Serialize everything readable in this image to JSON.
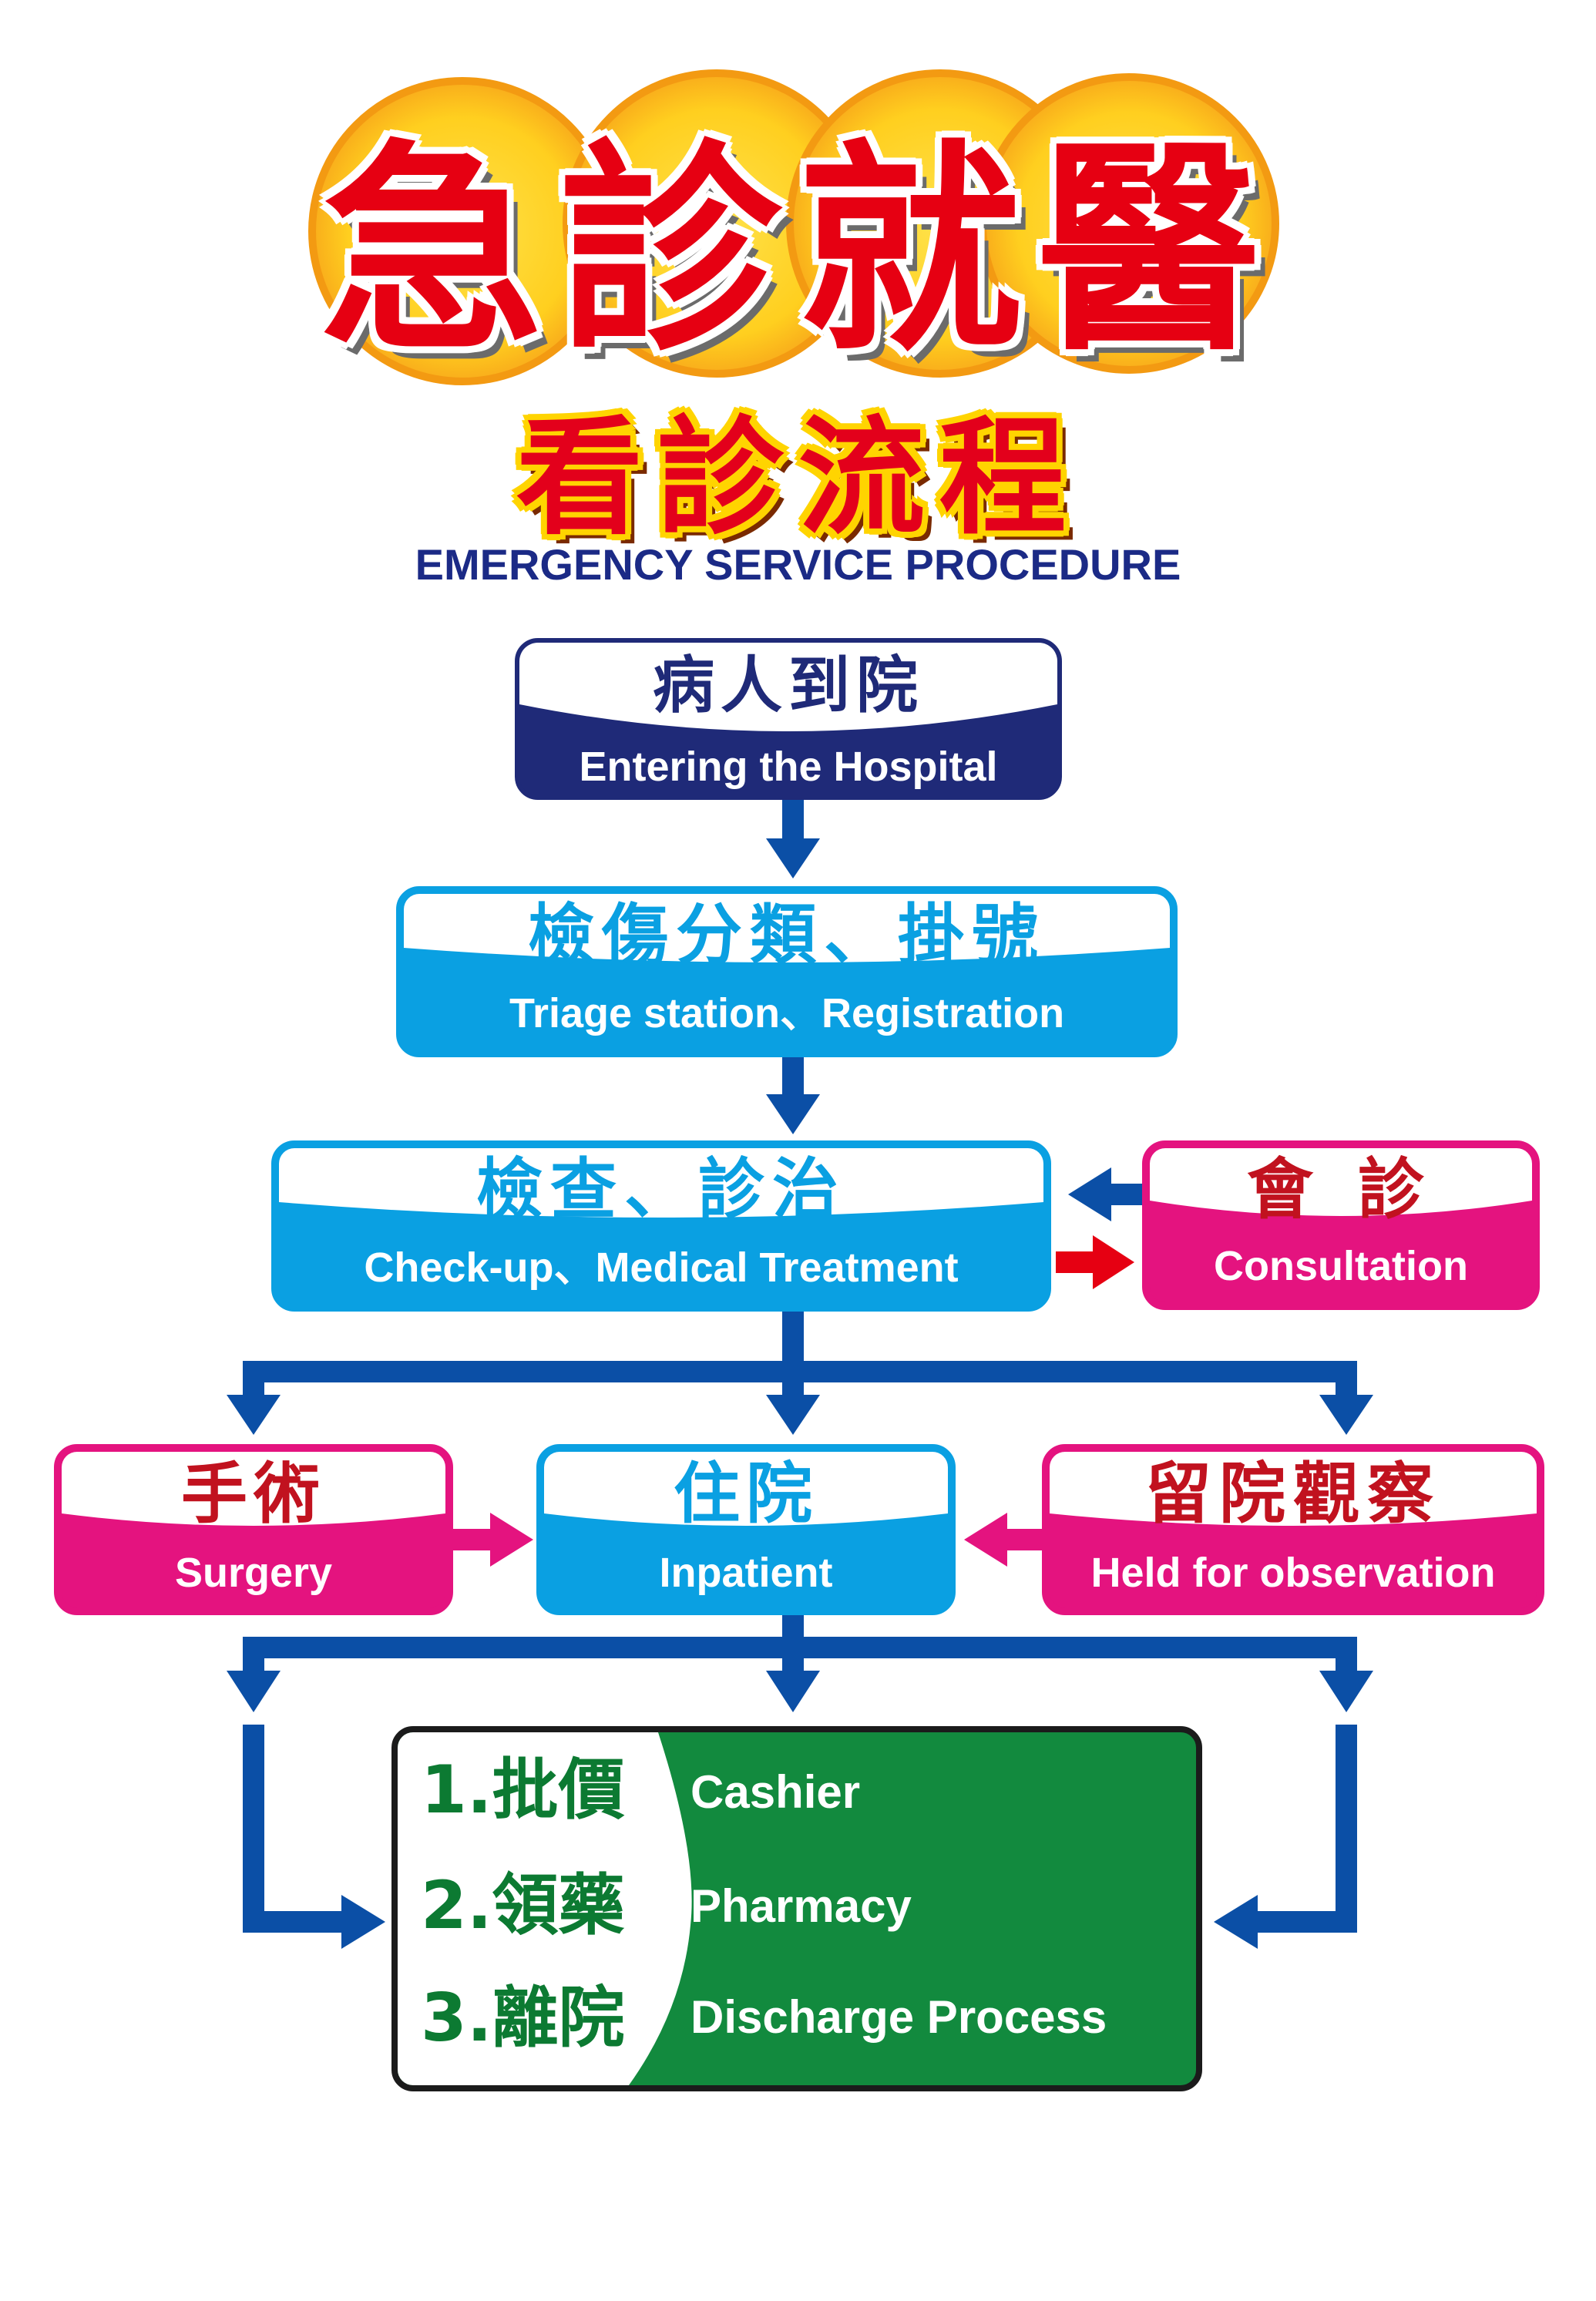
{
  "title": {
    "main": "急診就醫",
    "sub": "看診流程",
    "english": "EMERGENCY SERVICE PROCEDURE"
  },
  "steps": {
    "arrival": {
      "zh": "病人到院",
      "en": "Entering the Hospital"
    },
    "triage": {
      "zh": "檢傷分類、掛號",
      "en": "Triage station、Registration"
    },
    "treatment": {
      "zh": "檢查、診治",
      "en": "Check-up、Medical Treatment"
    },
    "consultation": {
      "zh": "會 診",
      "en": "Consultation"
    },
    "surgery": {
      "zh": "手術",
      "en": "Surgery"
    },
    "inpatient": {
      "zh": "住院",
      "en": "Inpatient"
    },
    "observation": {
      "zh": "留院觀察",
      "en": "Held for observation"
    }
  },
  "discharge": [
    {
      "zh": "1.批價",
      "en": "Cashier"
    },
    {
      "zh": "2.領藥",
      "en": "Pharmacy"
    },
    {
      "zh": "3.離院",
      "en": "Discharge Process"
    }
  ],
  "colors": {
    "navy": "#1f2a78",
    "cyan": "#0aa0e2",
    "pink": "#e4137f",
    "green": "#128a3e",
    "arrow_blue": "#0b4fa6",
    "arrow_red": "#e60012"
  }
}
